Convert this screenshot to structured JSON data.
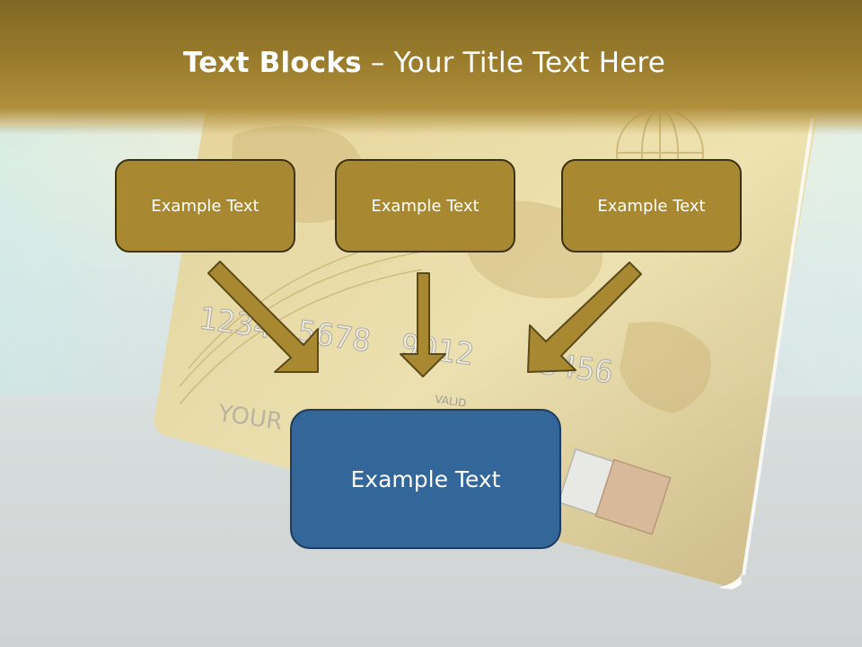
{
  "title": {
    "bold": "Text Blocks",
    "rest": " – Your Title Text Here"
  },
  "top_boxes": [
    {
      "label": "Example Text"
    },
    {
      "label": "Example Text"
    },
    {
      "label": "Example Text"
    }
  ],
  "bottom_box": {
    "label": "Example Text"
  },
  "background_card": {
    "number_groups": [
      "1234",
      "5678",
      "9012",
      "3456"
    ],
    "valid_label": "VALID",
    "name_text": "YOUR"
  },
  "colors": {
    "header": "#9a7c2c",
    "gold_box": "#a88830",
    "blue_box": "#336699",
    "arrow": "#a88830",
    "arrow_outline": "#5a4a1a"
  }
}
